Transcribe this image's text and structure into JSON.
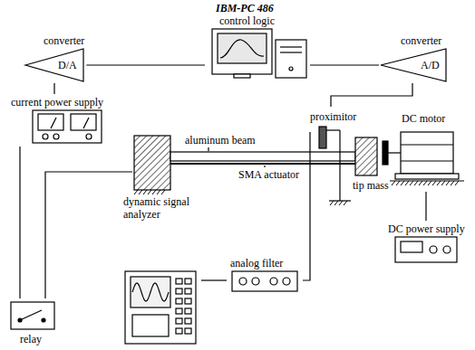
{
  "diagram": {
    "nodes": [
      {
        "text": [
          "IBM-PC 486",
          "control logic"
        ]
      },
      {
        "text": [
          "converter",
          "D/A"
        ]
      },
      {
        "text": [
          "converter",
          "A/D"
        ]
      },
      {
        "text": [
          "current power supply"
        ]
      },
      {
        "text": [
          "proximitor"
        ]
      },
      {
        "text": [
          "DC motor"
        ]
      },
      {
        "text": [
          "aluminum beam"
        ]
      },
      {
        "text": [
          "relay"
        ]
      },
      {
        "text": [
          "dynamic signal analyzer"
        ]
      },
      {
        "text": [
          "analog filter"
        ]
      },
      {
        "text": [
          "DC power supply"
        ]
      }
    ],
    "edges": [
      {
        "from": 0,
        "to": 1,
        "arrow": "none"
      },
      {
        "from": 1,
        "to": 3,
        "arrow": "none"
      },
      {
        "from": 3,
        "to": 7,
        "arrow": "none"
      },
      {
        "from": 7,
        "to": 6,
        "arrow": "none"
      },
      {
        "from": 4,
        "to": 2,
        "arrow": "none"
      },
      {
        "from": 2,
        "to": 0,
        "arrow": "none"
      },
      {
        "from": 4,
        "to": 9,
        "arrow": "none"
      },
      {
        "from": 9,
        "to": 8,
        "arrow": "none"
      },
      {
        "from": 10,
        "to": 5,
        "arrow": "none"
      }
    ],
    "labels": [
      "SMA actuator",
      "tip mass"
    ]
  }
}
